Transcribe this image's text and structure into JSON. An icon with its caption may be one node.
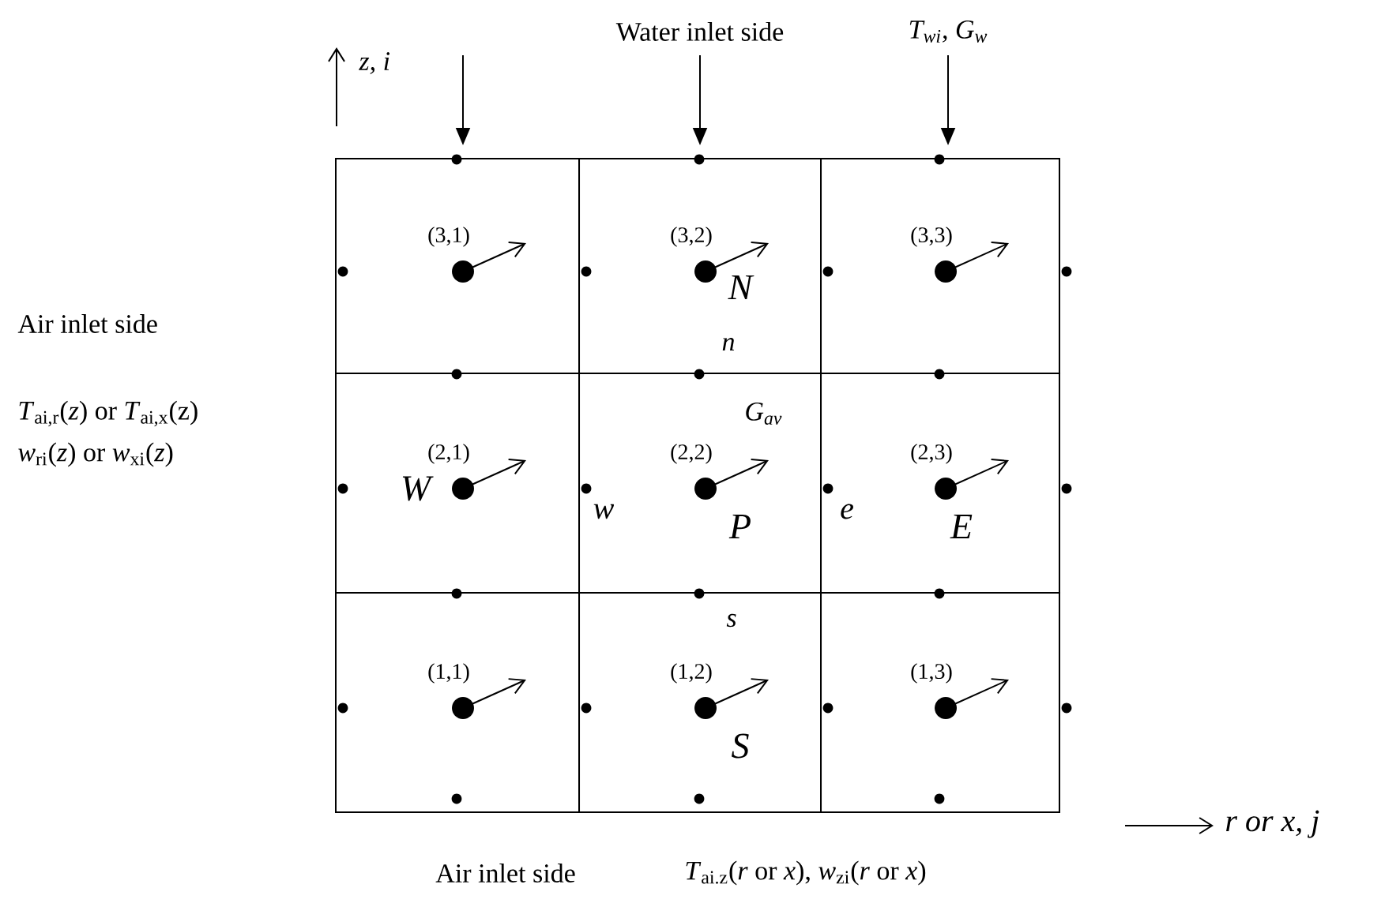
{
  "diagram": {
    "nodes": [
      {
        "text": [
          "(3,1)"
        ]
      },
      {
        "text": [
          "(3,2)",
          "N"
        ]
      },
      {
        "text": [
          "(3,3)"
        ]
      },
      {
        "text": [
          "(2,1)",
          "W"
        ]
      },
      {
        "text": [
          "(2,2)",
          "P"
        ]
      },
      {
        "text": [
          "(2,3)",
          "E"
        ]
      },
      {
        "text": [
          "(1,1)"
        ]
      },
      {
        "text": [
          "(1,2)",
          "S"
        ]
      },
      {
        "text": [
          "(1,3)"
        ]
      }
    ],
    "edges": [],
    "labels": [
      "z, i",
      "Water inlet side",
      "T$_{wi}$, G$_{w}$",
      "n",
      "Air inlet side",
      "*T*$_{ai,r}$(*z*) or *T*$_{ai,x}$(z)",
      "*w*$_{ri}$(*z*) or *w*$_{xi}$(*z*)",
      "G$_{av}$",
      "w",
      "e",
      "s",
      "r or x, j",
      "Air inlet side",
      "*T*$_{ai.z}$(*r* or *x*), *w*$_{zi}$(*r* or *x*)"
    ]
  }
}
